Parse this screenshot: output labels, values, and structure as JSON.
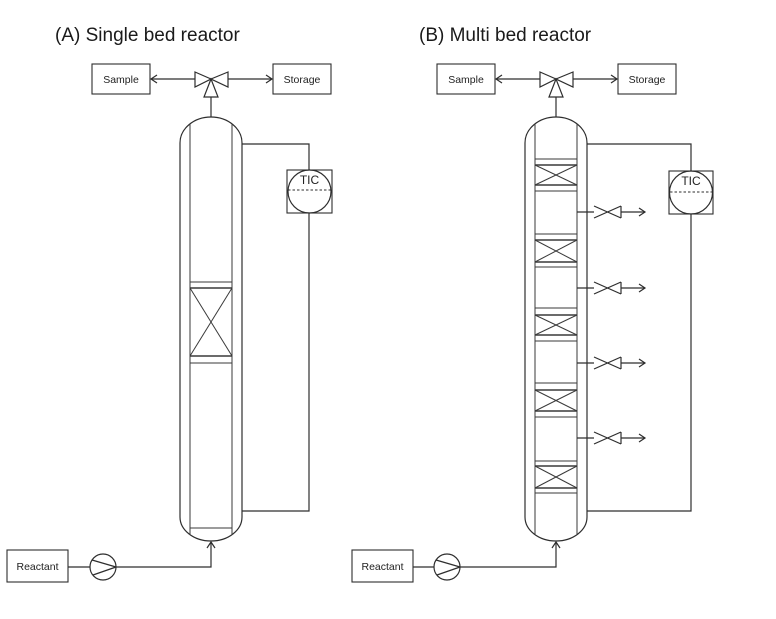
{
  "panels": [
    {
      "id": "A",
      "title": "(A) Single bed reactor",
      "sample_label": "Sample",
      "storage_label": "Storage",
      "controller_label": "TIC",
      "feed_label": "Reactant",
      "catalyst_bed_count": 1,
      "side_outlet_count": 0
    },
    {
      "id": "B",
      "title": "(B) Multi bed reactor",
      "sample_label": "Sample",
      "storage_label": "Storage",
      "controller_label": "TIC",
      "feed_label": "Reactant",
      "catalyst_bed_count": 5,
      "side_outlet_count": 4
    }
  ],
  "icons": {
    "three_way_valve": "three-way-valve-icon",
    "pump": "pump-icon",
    "side_valve": "valve-icon",
    "controller": "temperature-indicator-controller-icon"
  }
}
